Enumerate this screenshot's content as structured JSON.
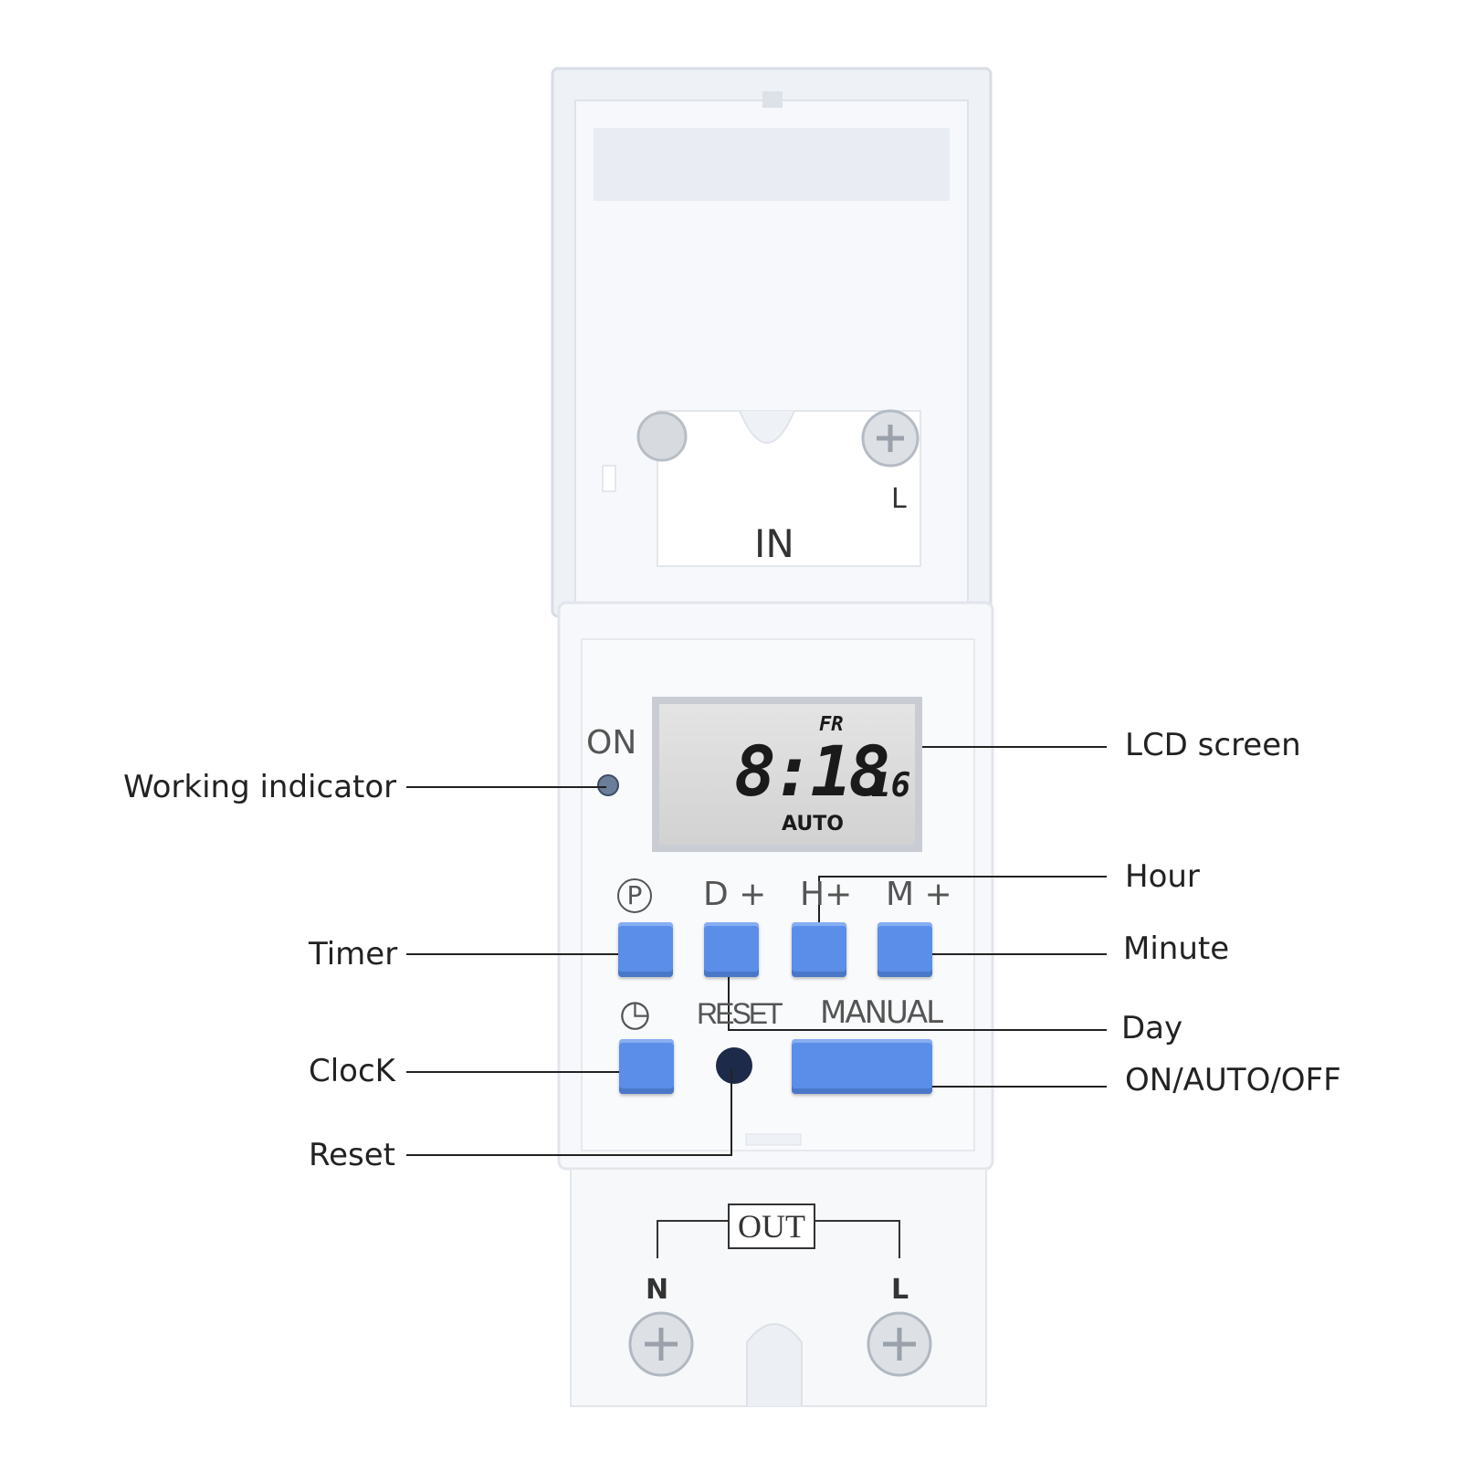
{
  "device": {
    "terminal_in_label": "IN",
    "terminal_in_l_label": "L",
    "on_label": "ON",
    "lcd": {
      "day": "FR",
      "time": "8:18",
      "seconds": "16",
      "mode": "AUTO"
    },
    "buttons": {
      "timer_symbol": "P",
      "day": "D +",
      "hour": "H+",
      "minute": "M +",
      "clock_symbol": "◷",
      "reset": "RESET",
      "manual": "MANUAL"
    },
    "out_label": "OUT",
    "out_n_label": "N",
    "out_l_label": "L"
  },
  "callouts": {
    "working_indicator": "Working indicator",
    "lcd_screen": "LCD screen",
    "hour": "Hour",
    "timer": "Timer",
    "minute": "Minute",
    "day": "Day",
    "clock": "ClocK",
    "on_auto_off": "ON/AUTO/OFF",
    "reset": "Reset"
  },
  "colors": {
    "button_blue": "#5b8ee8",
    "body_white": "#f4f6f9",
    "lcd_gray": "#dcdcdc"
  }
}
